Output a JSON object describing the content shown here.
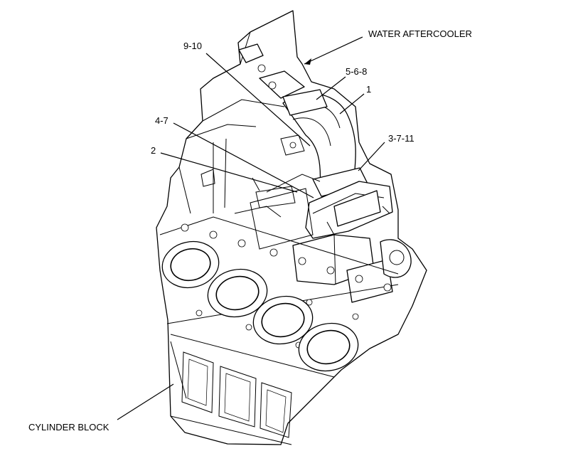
{
  "callouts": {
    "water_aftercooler": "WATER AFTERCOOLER",
    "cylinder_block": "CYLINDER BLOCK",
    "part_9_10": "9-10",
    "part_5_6_8": "5-6-8",
    "part_1": "1",
    "part_4_7": "4-7",
    "part_2": "2",
    "part_3_7_11": "3-7-11"
  }
}
